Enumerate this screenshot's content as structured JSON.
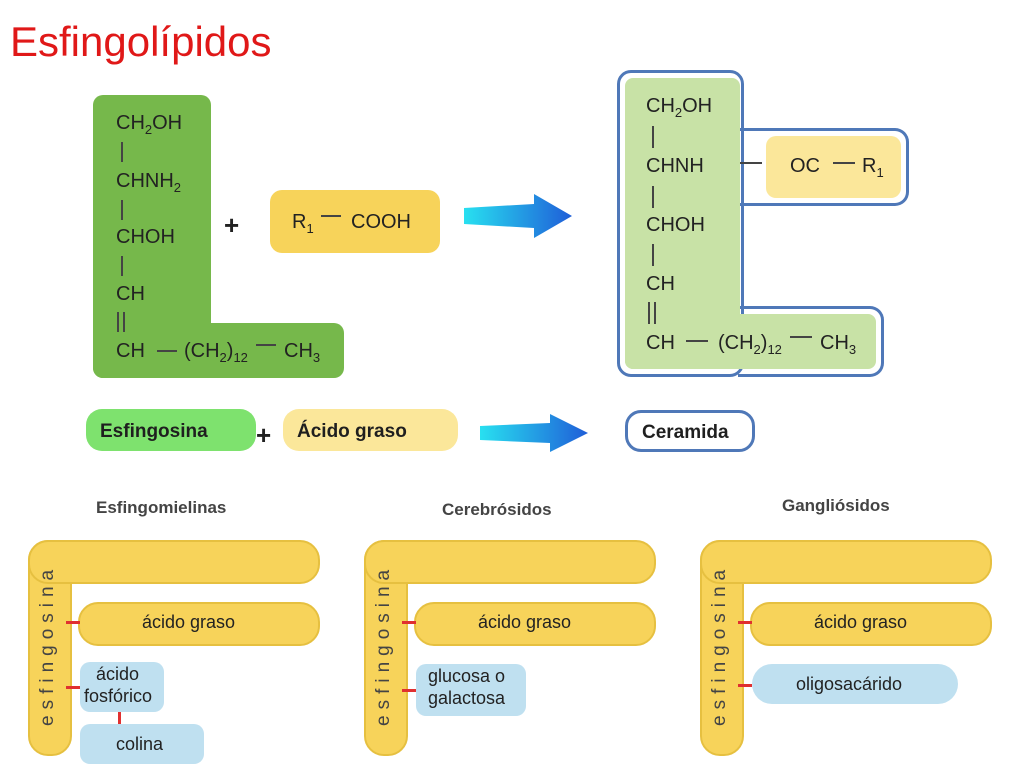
{
  "title": "Esfingolípidos",
  "left_formula": {
    "r1": "CH",
    "r1_sub": "2",
    "r1_tail": "OH",
    "r2": "CHNH",
    "r2_sub": "2",
    "r3": "CHOH",
    "r4": "CH",
    "r5": "CH",
    "chain_a": "(CH",
    "chain_sub": "2",
    "chain_b": ")",
    "chain_n": "12",
    "end": "CH",
    "end_sub": "3"
  },
  "acid_formula": {
    "r": "R",
    "r_sub": "1",
    "cooh": "COOH"
  },
  "right_formula": {
    "r1": "CH",
    "r1_sub": "2",
    "r1_tail": "OH",
    "r2": "CHNH",
    "oc": "OC",
    "r": "R",
    "r_sub": "1",
    "r3": "CHOH",
    "r4": "CH",
    "r5": "CH",
    "chain_a": "(CH",
    "chain_sub": "2",
    "chain_b": ")",
    "chain_n": "12",
    "end": "CH",
    "end_sub": "3"
  },
  "plus": "+",
  "labels": {
    "sphingosine": "Esfingosina",
    "fatty_acid": "Ácido graso",
    "ceramide": "Ceramida"
  },
  "panels": [
    {
      "title": "Esfingomielinas",
      "vertical": "esfingosina",
      "acid": "ácido graso",
      "head1_a": "ácido",
      "head1_b": "fosfórico",
      "head2": "colina"
    },
    {
      "title": "Cerebrósidos",
      "vertical": "esfingosina",
      "acid": "ácido graso",
      "head1_a": "glucosa o",
      "head1_b": "galactosa"
    },
    {
      "title": "Gangliósidos",
      "vertical": "esfingosina",
      "acid": "ácido graso",
      "head1": "oligosacárido"
    }
  ],
  "colors": {
    "title": "#e01818",
    "green_dark": "#76b84b",
    "green_light": "#c8e2a6",
    "yellow": "#f7d35a",
    "pale_yellow": "#fbe79a",
    "blue_frame": "#4f78b8",
    "pale_blue": "#bfe0f0",
    "red_tick": "#e03030"
  }
}
